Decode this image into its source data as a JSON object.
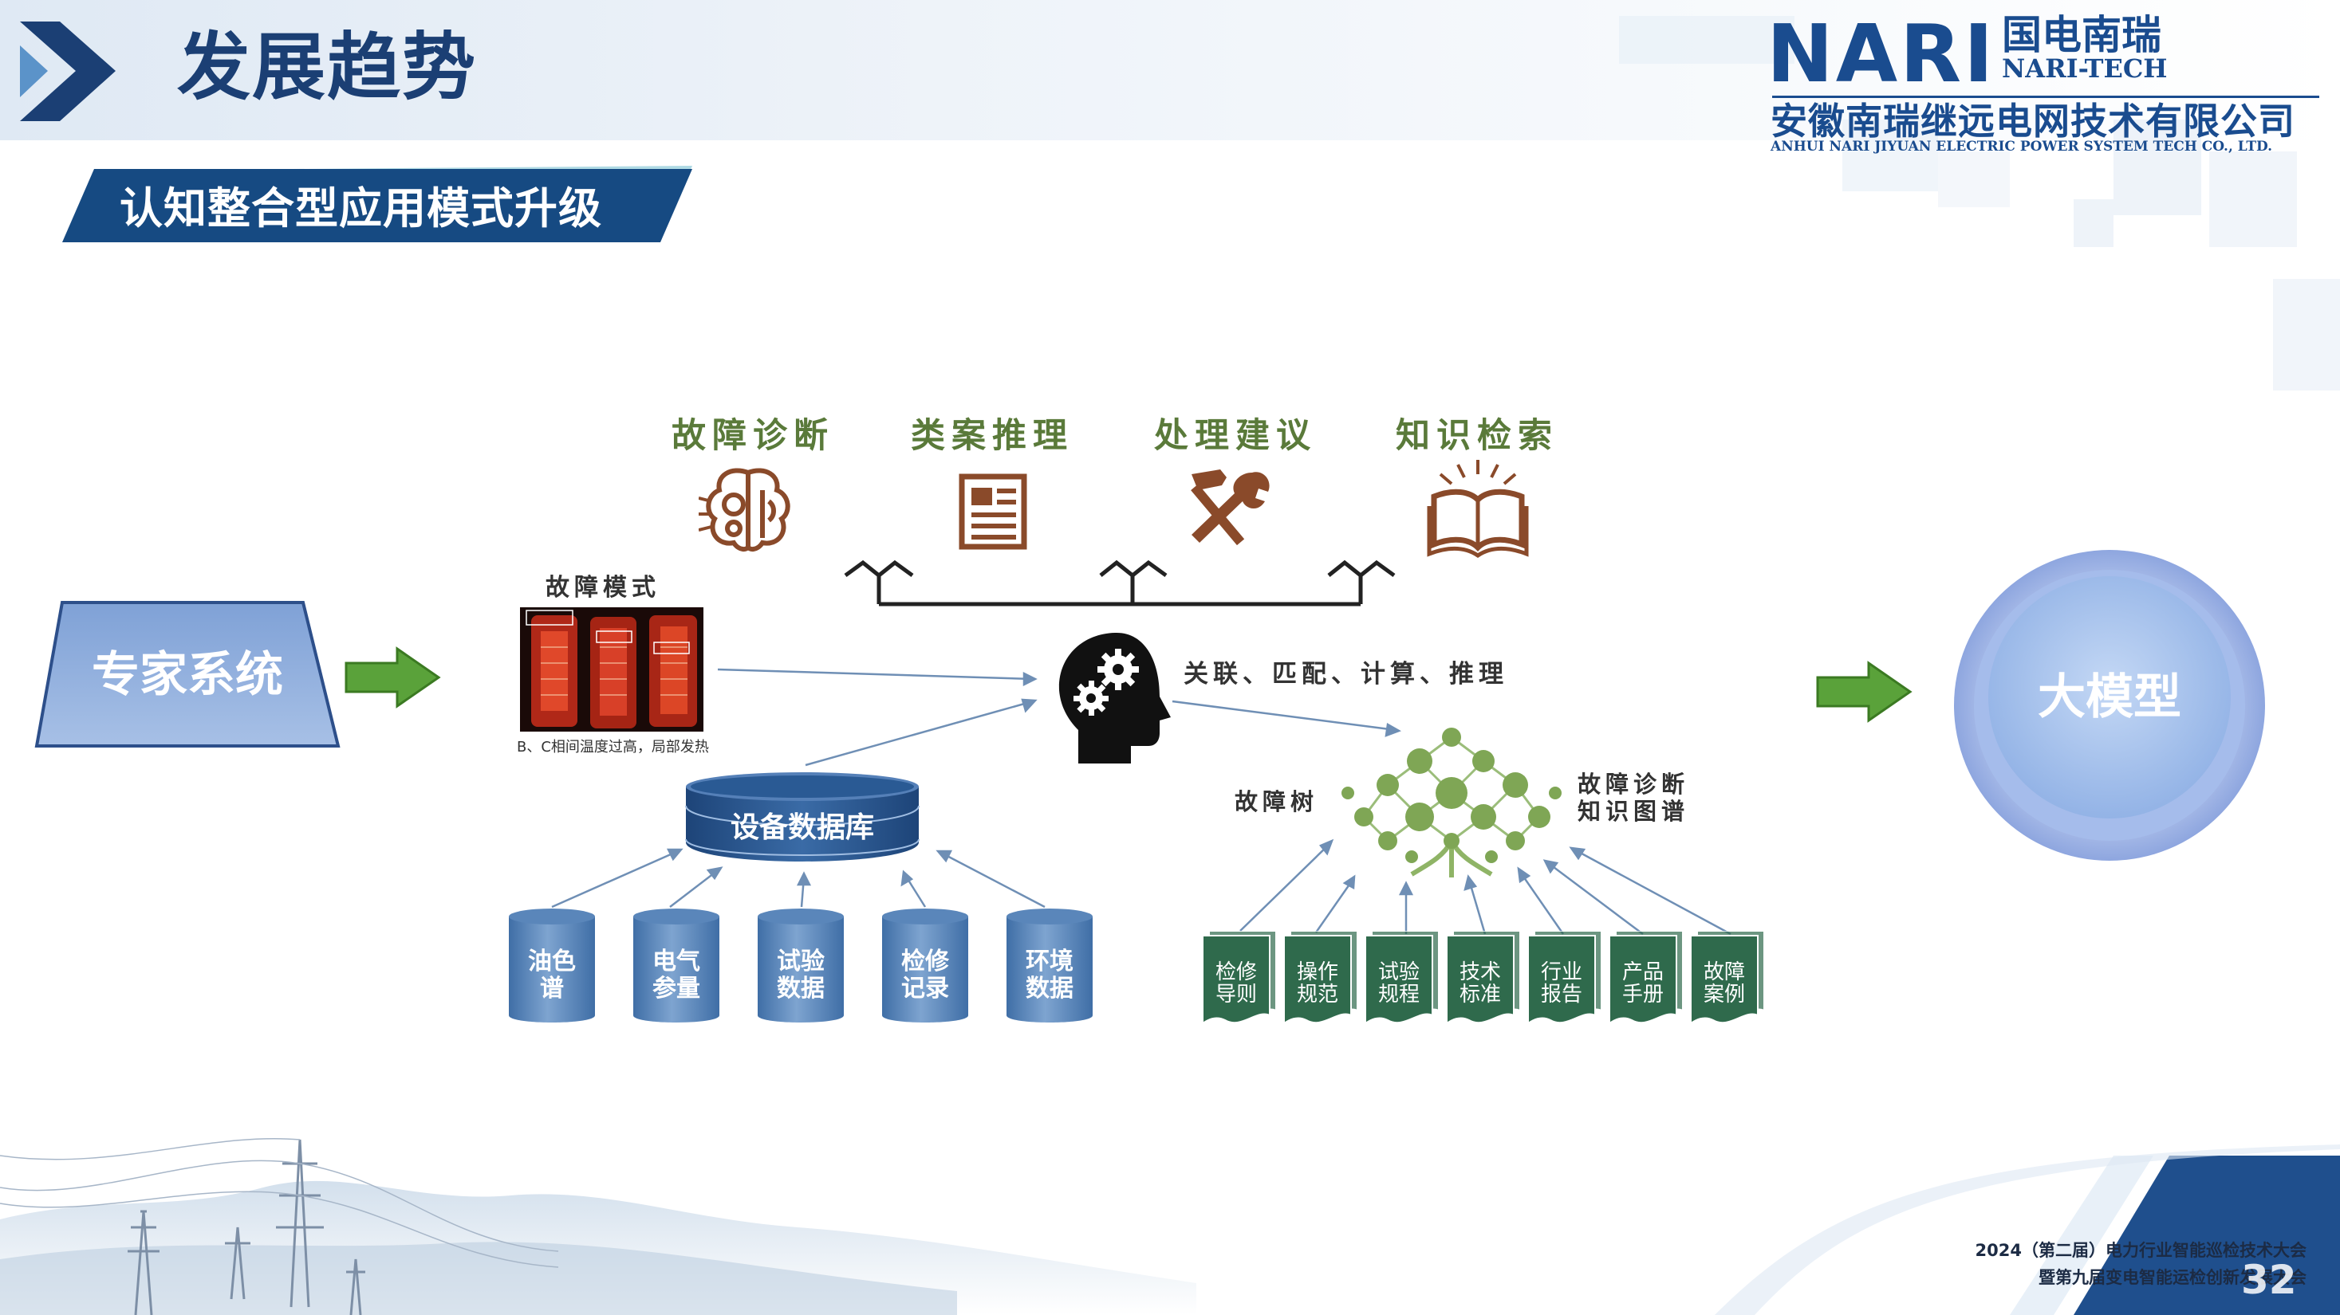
{
  "header": {
    "title": "发展趋势",
    "subtitle": "认知整合型应用模式升级"
  },
  "logo": {
    "brand": "NARI",
    "brand_cn": "国电南瑞",
    "brand_tech": "NARI-TECH",
    "company_cn": "安徽南瑞继远电网技术有限公司",
    "company_en": "ANHUI NARI JIYUAN ELECTRIC POWER SYSTEM TECH CO., LTD."
  },
  "left": {
    "label": "专家系统"
  },
  "right": {
    "label": "大模型"
  },
  "applications": [
    {
      "label": "故障诊断",
      "icon": "brain-gears-icon"
    },
    {
      "label": "类案推理",
      "icon": "document-icon"
    },
    {
      "label": "处理建议",
      "icon": "hammer-wrench-icon"
    },
    {
      "label": "知识检索",
      "icon": "open-book-icon"
    }
  ],
  "fault_mode": {
    "title": "故障模式",
    "caption": "B、C相间温度过高，局部发热"
  },
  "center": {
    "caption": "关联、匹配、计算、推理"
  },
  "database": {
    "title": "设备数据库",
    "sources": [
      {
        "line1": "油色",
        "line2": "谱"
      },
      {
        "line1": "电气",
        "line2": "参量"
      },
      {
        "line1": "试验",
        "line2": "数据"
      },
      {
        "line1": "检修",
        "line2": "记录"
      },
      {
        "line1": "环境",
        "line2": "数据"
      }
    ]
  },
  "knowledge": {
    "tree_label": "故障树",
    "graph_label_1": "故障诊断",
    "graph_label_2": "知识图谱",
    "documents": [
      {
        "line1": "检修",
        "line2": "导则"
      },
      {
        "line1": "操作",
        "line2": "规范"
      },
      {
        "line1": "试验",
        "line2": "规程"
      },
      {
        "line1": "技术",
        "line2": "标准"
      },
      {
        "line1": "行业",
        "line2": "报告"
      },
      {
        "line1": "产品",
        "line2": "手册"
      },
      {
        "line1": "故障",
        "line2": "案例"
      }
    ]
  },
  "footer": {
    "line1": "2024（第二届）电力行业智能巡检技术大会",
    "line2": "暨第九届变电智能运检创新发展大会",
    "page": "32"
  },
  "colors": {
    "navy": "#1b3f74",
    "accent_blue": "#1a4c8f",
    "green_arrow": "#5aa23a",
    "brown_icon": "#8a4a2a",
    "green_label": "#5a7a3a",
    "doc_green": "#2f6a4c",
    "cylinder_blue": "#4f7eb2"
  }
}
